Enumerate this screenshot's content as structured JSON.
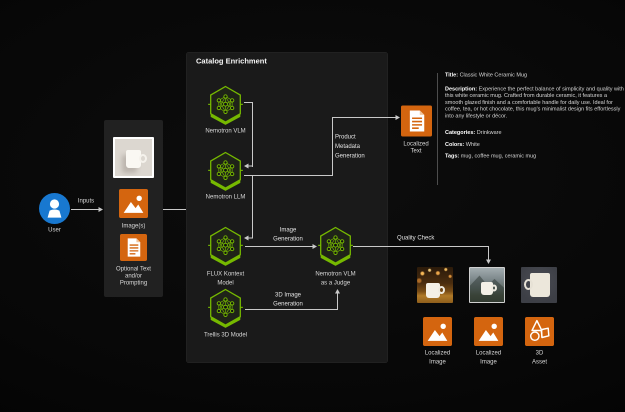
{
  "colors": {
    "accent_green": "#76b900",
    "accent_orange": "#d4650f",
    "accent_blue": "#1878d0",
    "wire": "#c9c9c9"
  },
  "user": {
    "label": "User"
  },
  "flow": {
    "inputs_label": "Inputs"
  },
  "input_panel": {
    "image_item": "Image(s)",
    "text_item": "Optional Text\nand/or\nPrompting"
  },
  "catalog": {
    "title": "Catalog Enrichment",
    "nodes": {
      "vlm": "Nemotron VLM",
      "llm": "Nemotron LLM",
      "flux": "FLUX Kontext\nModel",
      "trellis": "Trellis 3D Model",
      "judge": "Nemotron VLM\nas a Judge"
    }
  },
  "edges": {
    "product_metadata": "Product\nMetadata\nGeneration",
    "image_generation": "Image\nGeneration",
    "three_d_generation": "3D Image\nGeneration",
    "quality_check": "Quality Check"
  },
  "localized_text": {
    "label": "Localized\nText"
  },
  "metadata": {
    "title_label": "Title:",
    "title": "Classic White Ceramic Mug",
    "description_label": "Description:",
    "description": "Experience the perfect balance of simplicity and quality with this white ceramic mug. Crafted from durable ceramic, it features a smooth glazed finish and a comfortable handle for daily use. Ideal for coffee, tea, or hot chocolate, this mug's minimalist design fits effortlessly into any lifestyle or décor.",
    "categories_label": "Categories:",
    "categories": "Drinkware",
    "colors_label": "Colors:",
    "colors": "White",
    "tags_label": "Tags:",
    "tags": "mug, coffee mug, ceramic mug"
  },
  "outputs": {
    "localized_image_1": "Localized\nImage",
    "localized_image_2": "Localized\nImage",
    "asset_3d": "3D\nAsset"
  }
}
